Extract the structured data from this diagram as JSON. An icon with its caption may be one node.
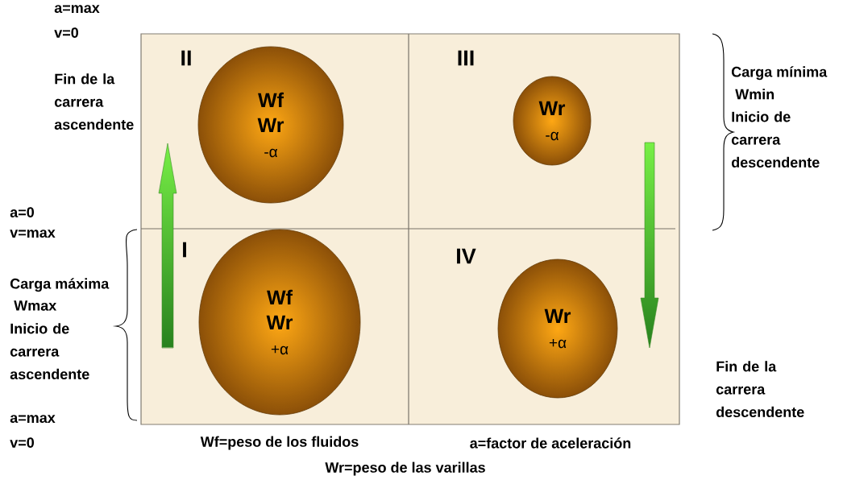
{
  "diagram": {
    "nodes": [
      {
        "text": [
          "Wf",
          "Wr",
          "-α"
        ]
      },
      {
        "text": [
          "Wr",
          "-α"
        ]
      },
      {
        "text": [
          "Wf",
          "Wr",
          "+α"
        ]
      },
      {
        "text": [
          "Wr",
          "+α"
        ]
      }
    ],
    "labels": [
      "a=max",
      "v=0",
      "II",
      "III",
      "Fin de la carrera ascendente",
      "Carga mínima",
      "Wmin",
      "Inicio de carrera descendente",
      "a=0",
      "v=max",
      "I",
      "IV",
      "Carga máxima",
      "Wmax",
      "Inicio de carrera ascendente",
      "Fin de la carrera descendente",
      "a=max",
      "v=0",
      "Wf=peso de los fluidos",
      "a=factor de aceleración",
      "Wr=peso de las varillas"
    ]
  }
}
